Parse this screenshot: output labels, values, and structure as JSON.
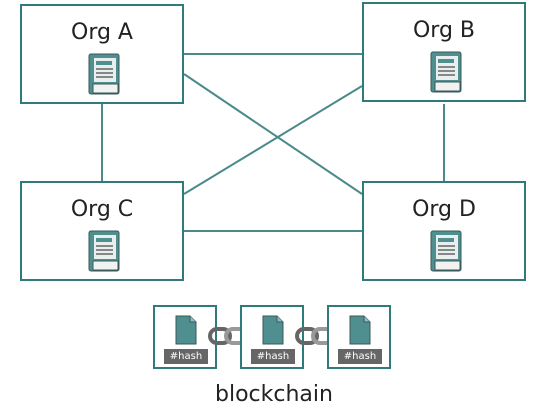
{
  "orgs": {
    "a": {
      "label": "Org A"
    },
    "b": {
      "label": "Org B"
    },
    "c": {
      "label": "Org C"
    },
    "d": {
      "label": "Org D"
    }
  },
  "icons": {
    "ledger": "ledger-book-icon",
    "block_doc": "document-icon",
    "link": "chain-link-icon"
  },
  "blockchain": {
    "blocks": [
      {
        "hash": "#hash"
      },
      {
        "hash": "#hash"
      },
      {
        "hash": "#hash"
      }
    ],
    "caption": "blockchain"
  },
  "colors": {
    "accent": "#2f7b7b",
    "icon_fill": "#4f8f8f",
    "hash_bg": "#666666"
  }
}
